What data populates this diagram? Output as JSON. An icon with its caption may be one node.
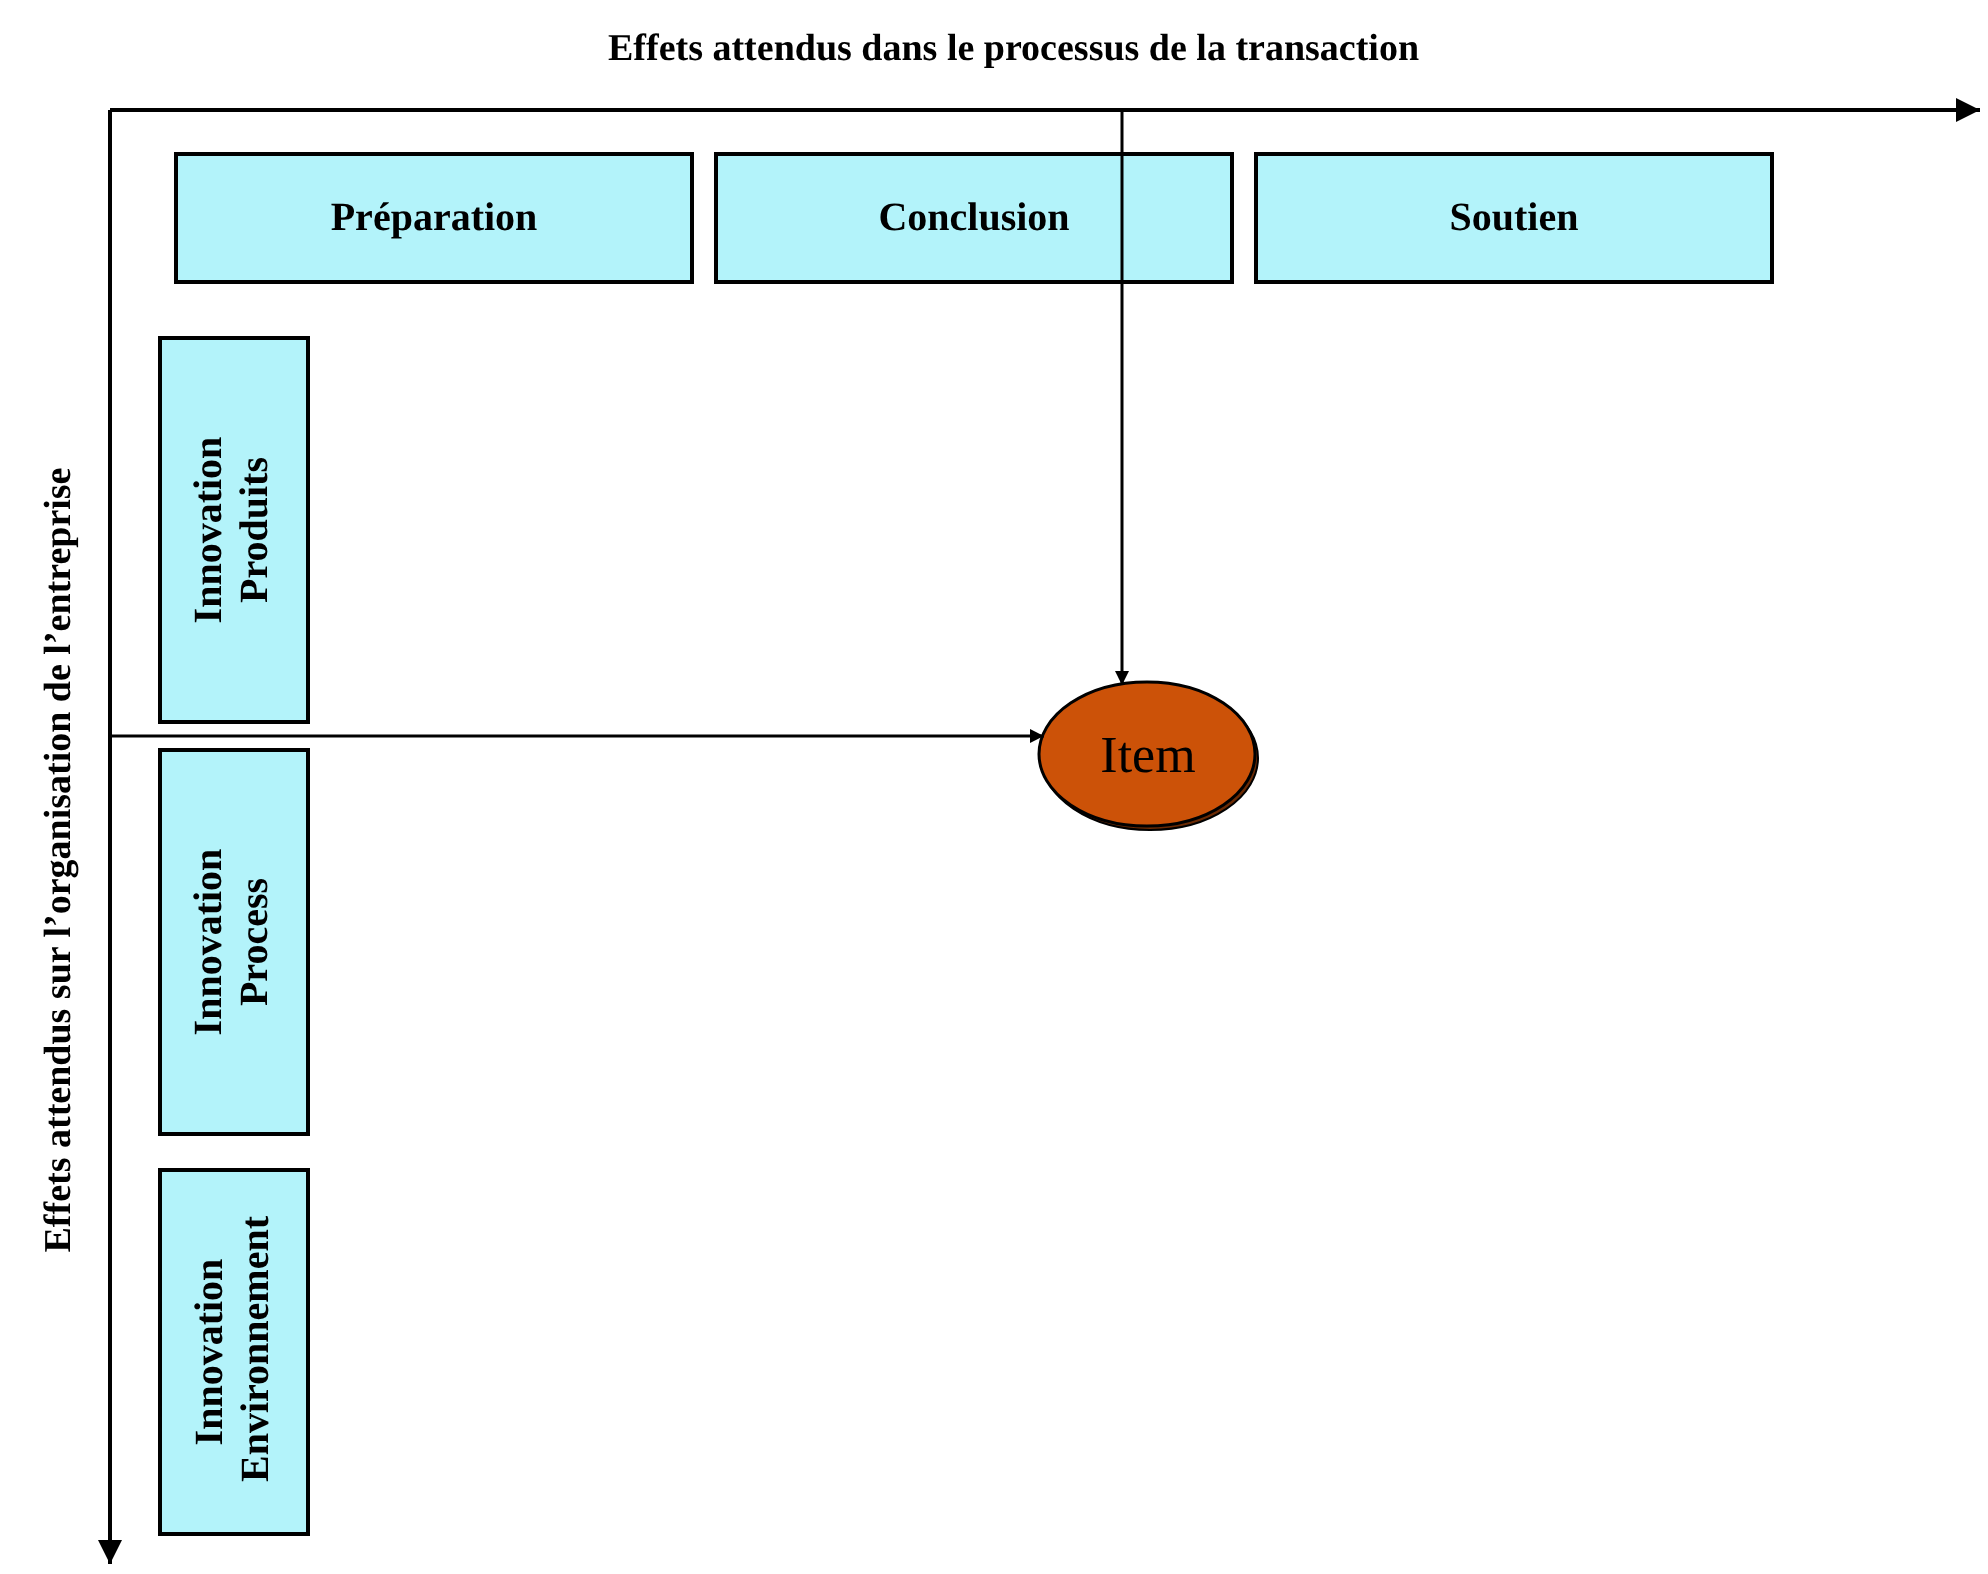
{
  "diagram": {
    "nodes": [
      {
        "text": [
          "Préparation"
        ]
      },
      {
        "text": [
          "Conclusion"
        ]
      },
      {
        "text": [
          "Soutien"
        ]
      },
      {
        "text": [
          "Innovation Produits"
        ]
      },
      {
        "text": [
          "Innovation Process"
        ]
      },
      {
        "text": [
          "Innovation Environnement"
        ]
      },
      {
        "text": [
          "Item"
        ]
      }
    ],
    "edges": [
      {
        "from": null,
        "to": 6,
        "arrow": "to"
      },
      {
        "from": null,
        "to": 6,
        "arrow": "to"
      }
    ],
    "labels": [
      "Effets attendus dans le processus de la transaction",
      "Effets attendus sur l’organisation de l’entreprise"
    ]
  }
}
